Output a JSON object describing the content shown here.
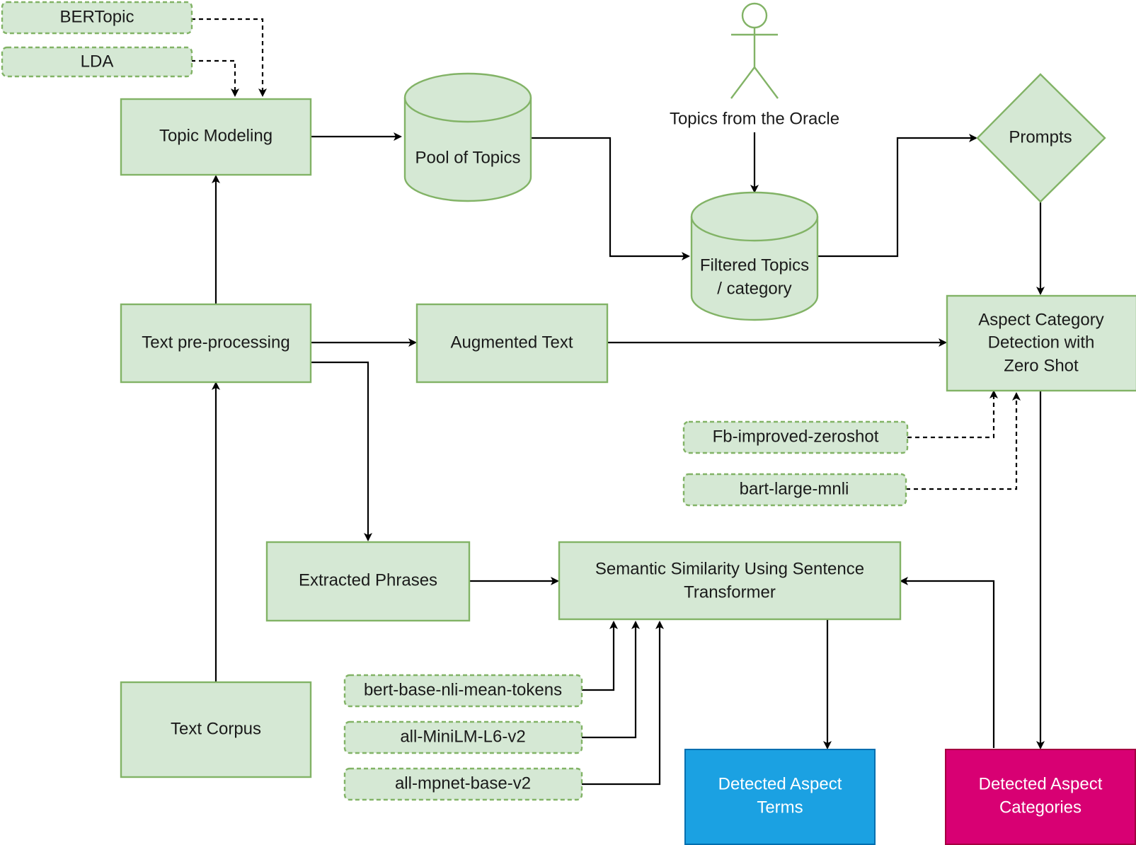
{
  "colors": {
    "node_fill": "#d5e8d4",
    "node_stroke": "#82b366",
    "edge": "#000000",
    "terms_fill": "#1ba1e2",
    "terms_stroke": "#006eaf",
    "categories_fill": "#d80073",
    "categories_stroke": "#a50040",
    "actor_stroke": "#82b366"
  },
  "nodes": {
    "bertopic": "BERTopic",
    "lda": "LDA",
    "topic_modeling": "Topic Modeling",
    "pool_of_topics": "Pool of Topics",
    "oracle_label": "Topics from the Oracle",
    "filtered_topics": [
      "Filtered Topics",
      "/ category"
    ],
    "prompts": "Prompts",
    "text_preprocessing": "Text pre-processing",
    "augmented_text": "Augmented Text",
    "aspect_category_detection": [
      "Aspect Category",
      "Detection with",
      "Zero Shot"
    ],
    "fb_improved_zeroshot": "Fb-improved-zeroshot",
    "bart_large_mnli": "bart-large-mnli",
    "extracted_phrases": "Extracted Phrases",
    "semantic_similarity": [
      "Semantic Similarity Using Sentence",
      "Transformer"
    ],
    "bert_base_nli": "bert-base-nli-mean-tokens",
    "all_minilm": "all-MiniLM-L6-v2",
    "all_mpnet": "all-mpnet-base-v2",
    "text_corpus": "Text Corpus",
    "detected_terms": [
      "Detected Aspect",
      "Terms"
    ],
    "detected_categories": [
      "Detected Aspect",
      "Categories"
    ]
  }
}
